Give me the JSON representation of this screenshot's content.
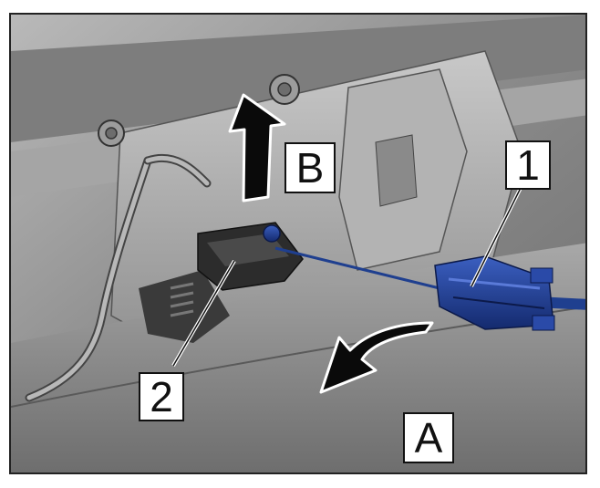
{
  "callouts": {
    "part_1": "1",
    "part_2": "2",
    "direction_a": "A",
    "direction_b": "B"
  },
  "colors": {
    "housing": "#9a9a9a",
    "housing_dark": "#5a5a5a",
    "cable": "#1f3f8f",
    "connector": "#1a2f78",
    "arrow": "#0a0a0a"
  },
  "icons": {
    "arrow_a": "curved-arrow-left-icon",
    "arrow_b": "arrow-up-icon"
  }
}
